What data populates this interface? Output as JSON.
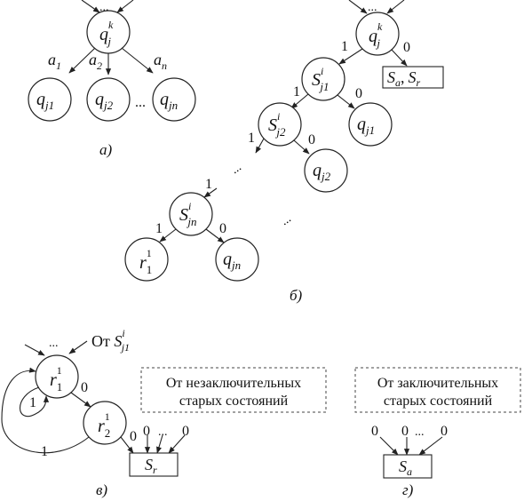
{
  "panel_labels": {
    "a": "а)",
    "b": "б)",
    "v": "в)",
    "g": "г)"
  },
  "ellipsis": "...",
  "edge_labels": {
    "a1_base": "a",
    "a1_sub": "1",
    "a2_base": "a",
    "a2_sub": "2",
    "an_base": "a",
    "an_sub": "n",
    "one": "1",
    "zero": "0"
  },
  "states": {
    "q_base": "q",
    "q_sub_j": "j",
    "q_sup_k": "k",
    "q_sub_j1": "j1",
    "q_sub_j2": "j2",
    "q_sub_jn": "jn",
    "s_base": "S",
    "s_sup_i": "i",
    "s_sub_j1": "j1",
    "s_sub_j2": "j2",
    "s_sub_jn": "jn",
    "r_base": "r",
    "r1_sub": "1",
    "r1_sup": "1",
    "r2_sub": "2",
    "r2_sup": "1"
  },
  "final_sets": {
    "box_b": {
      "s_base": "S",
      "a_sub": "a",
      "comma": ",",
      "r_sub": "r"
    },
    "box_v": {
      "s_base": "S",
      "sub": "r"
    },
    "box_g": {
      "s_base": "S",
      "sub": "a"
    }
  },
  "from_label": {
    "prefix": "От ",
    "s_base": "S",
    "sup": "i",
    "sub": "j1"
  },
  "notes": {
    "nonfinal_line1": "От незаключительных",
    "nonfinal_line2": "старых состояний",
    "final_line1": "От заключительных",
    "final_line2": "старых состояний"
  }
}
